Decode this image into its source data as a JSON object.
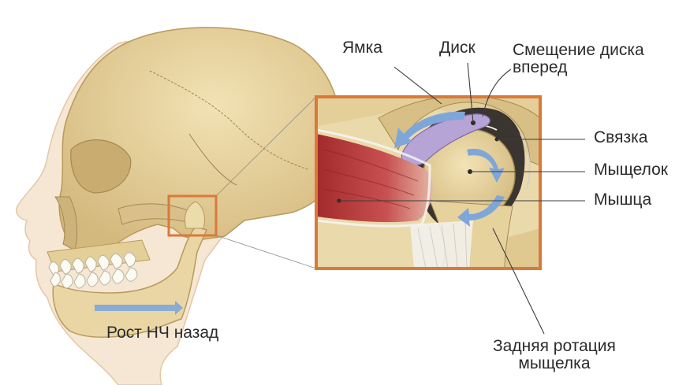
{
  "labels": {
    "fossa": "Ямка",
    "disc": "Диск",
    "disc_displacement_line1": "Смещение диска",
    "disc_displacement_line2": "вперед",
    "ligament": "Связка",
    "condyle": "Мыщелок",
    "muscle": "Мышца",
    "jaw_growth": "Рост НЧ назад",
    "rotation_line1": "Задняя ротация",
    "rotation_line2": "мыщелка"
  },
  "colors": {
    "bone": "#e9d6a4",
    "bone_shadow": "#c9ae72",
    "skin": "#f4e4d0",
    "frame": "#d97a3a",
    "arrow_blue": "#7fa6d8",
    "disc_purple": "#b6a4d6",
    "muscle_red": "#b93a3a",
    "leader": "#3c3c3c"
  }
}
